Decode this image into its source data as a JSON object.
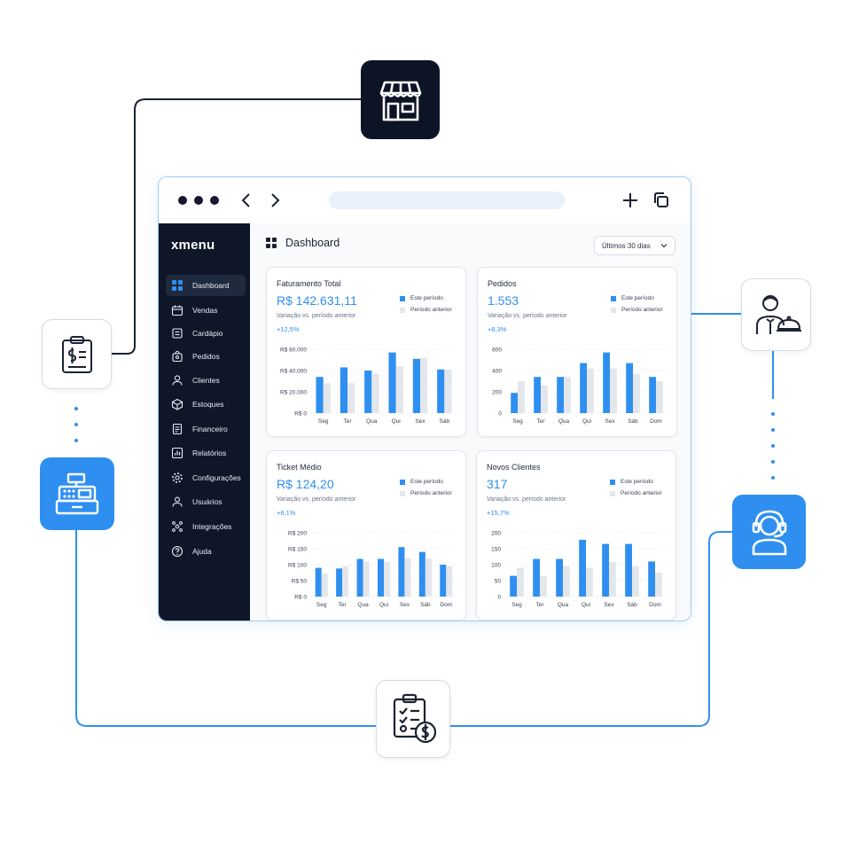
{
  "browser": {
    "brand": "xmenu",
    "page_title": "Dashboard",
    "date_range": "Últimos 30 dias"
  },
  "sidebar": {
    "items": [
      {
        "label": "Dashboard",
        "icon": "grid-icon",
        "active": true
      },
      {
        "label": "Vendas",
        "icon": "calendar-icon"
      },
      {
        "label": "Cardápio",
        "icon": "book-icon"
      },
      {
        "label": "Pedidos",
        "icon": "bag-icon"
      },
      {
        "label": "Clientes",
        "icon": "user-icon"
      },
      {
        "label": "Estoques",
        "icon": "box-icon"
      },
      {
        "label": "Financeiro",
        "icon": "document-icon"
      },
      {
        "label": "Relatórios",
        "icon": "report-icon"
      },
      {
        "label": "Configurações",
        "icon": "gear-icon"
      },
      {
        "label": "Usuários",
        "icon": "users-icon"
      },
      {
        "label": "Integrações",
        "icon": "integration-icon"
      },
      {
        "label": "Ajuda",
        "icon": "help-icon"
      }
    ]
  },
  "colors": {
    "current": "#2f8ff0",
    "previous": "#e3e6ea",
    "sidebar": "#0e1628",
    "accent": "#2f8ff0"
  },
  "legend": {
    "current": "Este período",
    "previous": "Período anterior"
  },
  "cards": [
    {
      "title": "Faturamento Total",
      "value": "R$ 142.631,11",
      "sub": "Variação vs. período anterior",
      "change": "+12,5%"
    },
    {
      "title": "Pedidos",
      "value": "1.553",
      "sub": "Variação vs. período anterior",
      "change": "+8,3%"
    },
    {
      "title": "Ticket Médio",
      "value": "R$ 124,20",
      "sub": "Variação vs. período anterior",
      "change": "+6,1%"
    },
    {
      "title": "Novos Clientes",
      "value": "317",
      "sub": "Variação vs. período anterior",
      "change": "+15,7%"
    }
  ],
  "chart_data": [
    {
      "type": "bar",
      "categories": [
        "Seg",
        "Ter",
        "Qua",
        "Qui",
        "Sex",
        "Sáb"
      ],
      "y_ticks": [
        "R$ 0",
        "R$ 20.000",
        "R$ 40.000",
        "R$ 60.000"
      ],
      "ylim": [
        0,
        60000
      ],
      "series": [
        {
          "name": "Este período",
          "values": [
            34000,
            43000,
            40000,
            57000,
            51000,
            41000
          ]
        },
        {
          "name": "Período anterior",
          "values": [
            28000,
            28000,
            37000,
            44000,
            52000,
            41000
          ]
        }
      ]
    },
    {
      "type": "bar",
      "categories": [
        "Seg",
        "Ter",
        "Qua",
        "Qui",
        "Sex",
        "Sáb",
        "Dom"
      ],
      "y_ticks": [
        "0",
        "200",
        "400",
        "600"
      ],
      "ylim": [
        0,
        600
      ],
      "series": [
        {
          "name": "Este período",
          "values": [
            190,
            340,
            340,
            470,
            570,
            470,
            340
          ]
        },
        {
          "name": "Período anterior",
          "values": [
            300,
            260,
            340,
            420,
            420,
            370,
            300
          ]
        }
      ]
    },
    {
      "type": "bar",
      "categories": [
        "Seg",
        "Ter",
        "Qua",
        "Qui",
        "Sex",
        "Sáb",
        "Dom"
      ],
      "y_ticks": [
        "R$ 0",
        "R$ 50",
        "R$ 100",
        "R$ 150",
        "R$ 200"
      ],
      "ylim": [
        0,
        200
      ],
      "series": [
        {
          "name": "Este período",
          "values": [
            90,
            88,
            118,
            118,
            155,
            140,
            100
          ]
        },
        {
          "name": "Período anterior",
          "values": [
            72,
            95,
            110,
            110,
            120,
            120,
            95
          ]
        }
      ]
    },
    {
      "type": "bar",
      "categories": [
        "Seg",
        "Ter",
        "Qua",
        "Qui",
        "Sex",
        "Sáb",
        "Dom"
      ],
      "y_ticks": [
        "0",
        "50",
        "100",
        "150",
        "200"
      ],
      "ylim": [
        0,
        200
      ],
      "series": [
        {
          "name": "Este período",
          "values": [
            65,
            118,
            118,
            178,
            165,
            165,
            110
          ]
        },
        {
          "name": "Período anterior",
          "values": [
            90,
            65,
            95,
            90,
            108,
            95,
            75
          ]
        }
      ]
    }
  ]
}
